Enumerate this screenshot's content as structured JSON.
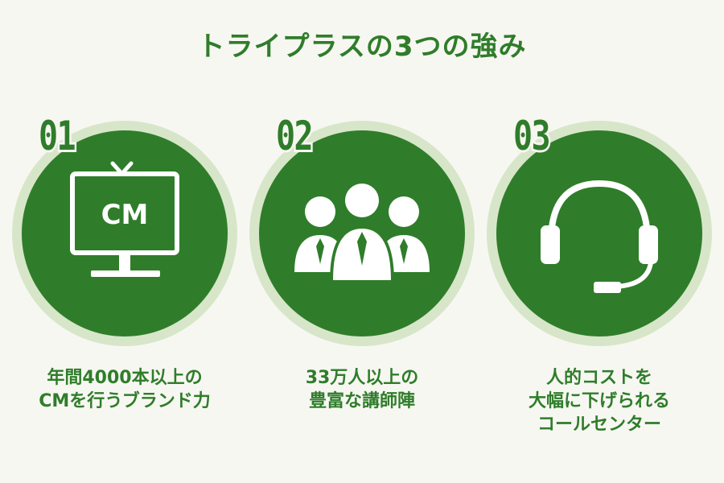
{
  "title": "トライプラスの3つの強み",
  "colors": {
    "primary": "#2f7d2a",
    "ring": "#d7e6c9",
    "background": "#f7f7f2",
    "icon": "#ffffff"
  },
  "items": [
    {
      "number": "01",
      "icon": "tv-monitor-icon",
      "icon_text": "CM",
      "caption": [
        "年間4000本以上の",
        "CMを行うブランド力"
      ]
    },
    {
      "number": "02",
      "icon": "people-group-icon",
      "caption": [
        "33万人以上の",
        "豊富な講師陣"
      ]
    },
    {
      "number": "03",
      "icon": "headset-icon",
      "caption": [
        "人的コストを",
        "大幅に下げられる",
        "コールセンター"
      ]
    }
  ]
}
